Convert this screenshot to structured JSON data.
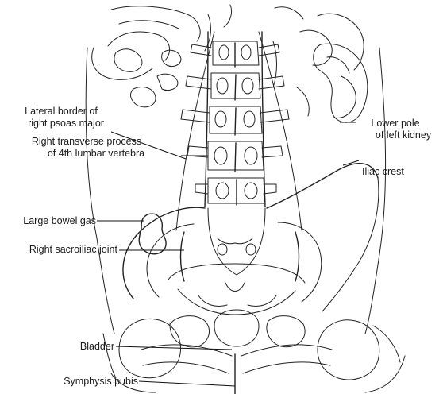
{
  "labels": {
    "psoas_line1": "Lateral border of",
    "psoas_line2": "right psoas major",
    "transverse_line1": "Right transverse process",
    "transverse_line2": "of 4th lumbar vertebra",
    "bowel_gas": "Large bowel gas",
    "sacroiliac": "Right sacroiliac joint",
    "bladder": "Bladder",
    "symphysis": "Symphysis pubis",
    "kidney_line1": "Lower pole",
    "kidney_line2": "of left kidney",
    "iliac_crest": "Iliac crest"
  }
}
